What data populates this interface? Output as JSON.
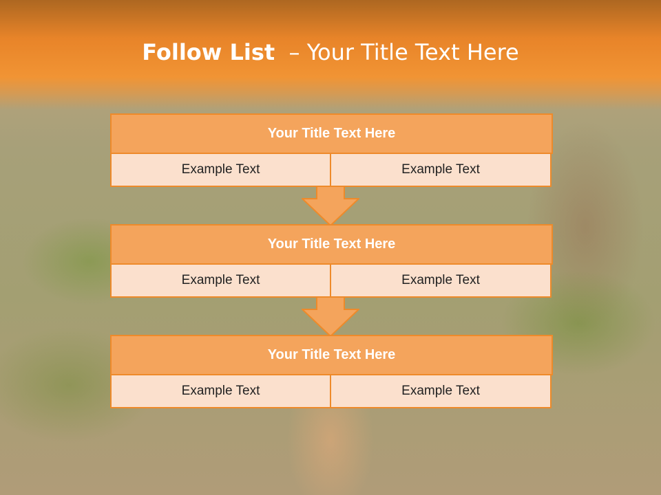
{
  "title": {
    "bold": "Follow List",
    "rest": "– Your Title Text Here"
  },
  "boxes": [
    {
      "title": "Your Title Text Here",
      "left": "Example Text",
      "right": "Example Text"
    },
    {
      "title": "Your Title Text Here",
      "left": "Example Text",
      "right": "Example Text"
    },
    {
      "title": "Your Title Text Here",
      "left": "Example Text",
      "right": "Example Text"
    }
  ],
  "colors": {
    "accent": "#ee8a2a",
    "header_fill": "#f4a45c",
    "cell_fill": "#fbe0cd"
  }
}
